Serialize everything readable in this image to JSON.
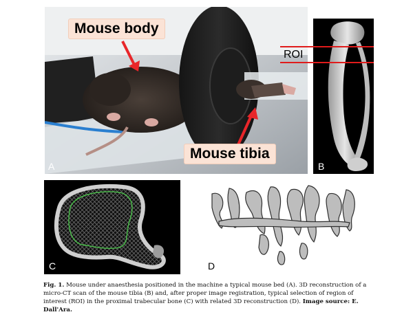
{
  "panels": {
    "a": {
      "letter": "A",
      "callout_body": "Mouse body",
      "callout_tibia": "Mouse tibia"
    },
    "b": {
      "letter": "B",
      "roi_label": "ROI"
    },
    "c": {
      "letter": "C"
    },
    "d": {
      "letter": "D"
    }
  },
  "caption": {
    "fig_label": "Fig. 1.",
    "text": " Mouse under anaesthesia positioned in the machine a typical mouse bed (A). 3D reconstruction of a micro-CT scan of the mouse tibia (B) and, after proper image registration, typical selection of region of interest (ROI) in the proximal trabecular bone (C) with related 3D reconstruction (D). ",
    "source": "Image source: E. Dall'Ara."
  },
  "colors": {
    "arrow_red": "#e8262a",
    "callout_bg": "#fbe3d6",
    "roi_line": "#e01b1b",
    "contour_green": "#4ac24a"
  }
}
